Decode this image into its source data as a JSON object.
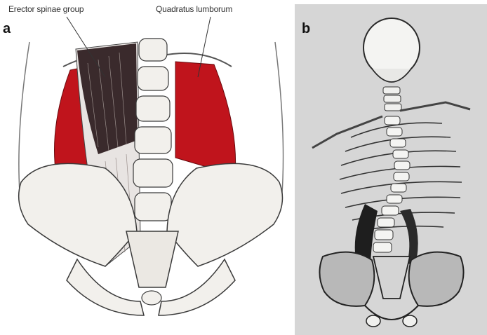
{
  "panels": {
    "a": {
      "letter": "a",
      "labels": {
        "erector": "Erector spinae group",
        "quadratus": "Quadratus lumborum"
      }
    },
    "b": {
      "letter": "b"
    }
  },
  "colors": {
    "muscle_red": "#c0141c",
    "erector_dark": "#3a2a2c",
    "bone": "#f2f0ec",
    "outline": "#3a3a3a",
    "panel_b_bg": "#d6d6d6"
  }
}
